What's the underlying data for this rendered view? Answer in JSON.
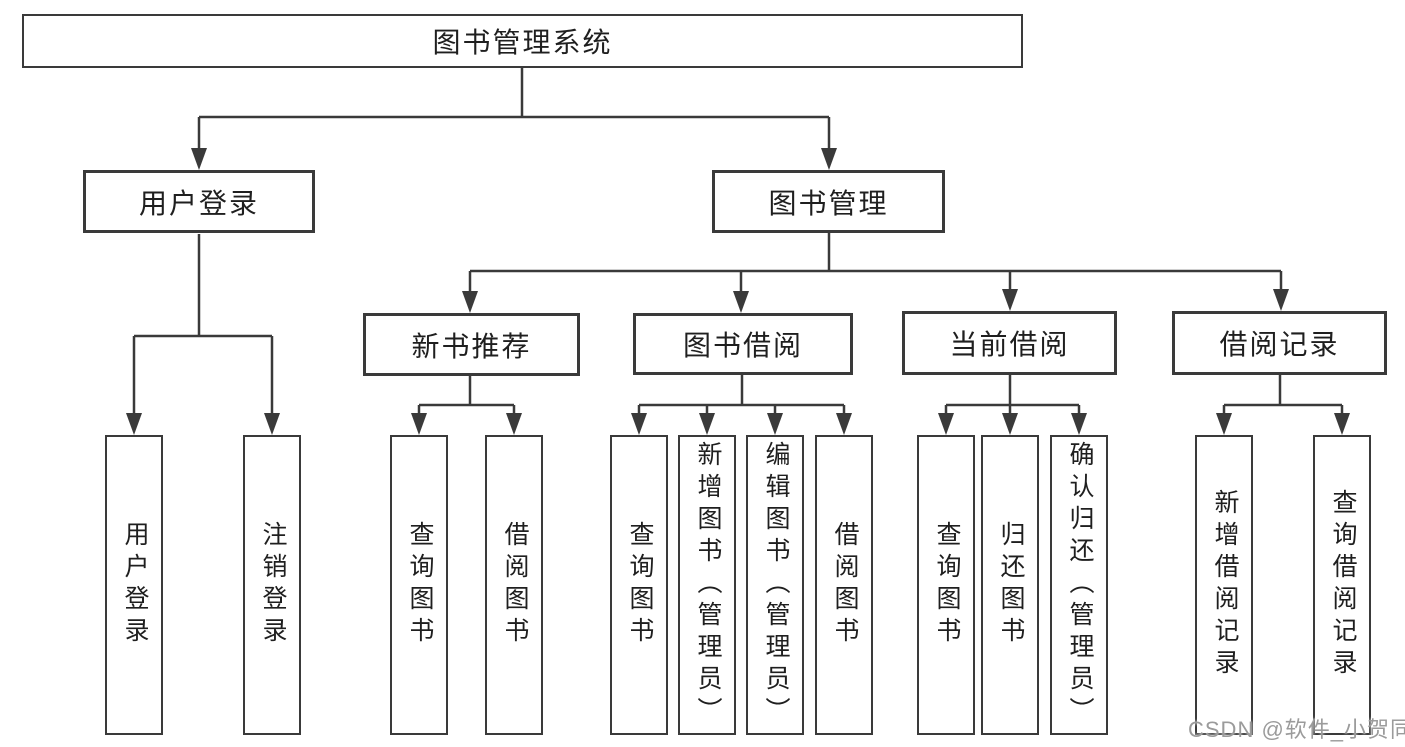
{
  "tree": {
    "root": "图书管理系统",
    "branches": [
      {
        "label": "用户登录",
        "children": [
          "用户登录",
          "注销登录"
        ]
      },
      {
        "label": "图书管理",
        "groups": [
          {
            "label": "新书推荐",
            "children": [
              "查询图书",
              "借阅图书"
            ]
          },
          {
            "label": "图书借阅",
            "children": [
              "查询图书",
              "新增图书（管理员）",
              "编辑图书（管理员）",
              "借阅图书"
            ]
          },
          {
            "label": "当前借阅",
            "children": [
              "查询图书",
              "归还图书",
              "确认归还（管理员）"
            ]
          },
          {
            "label": "借阅记录",
            "children": [
              "新增借阅记录",
              "查询借阅记录"
            ]
          }
        ]
      }
    ]
  },
  "watermark": "CSDN @软件_小贺同学",
  "colors": {
    "line": "#3a3a3a",
    "text": "#1f1f1f",
    "watermark": "#9b9b9b",
    "background": "#ffffff"
  }
}
